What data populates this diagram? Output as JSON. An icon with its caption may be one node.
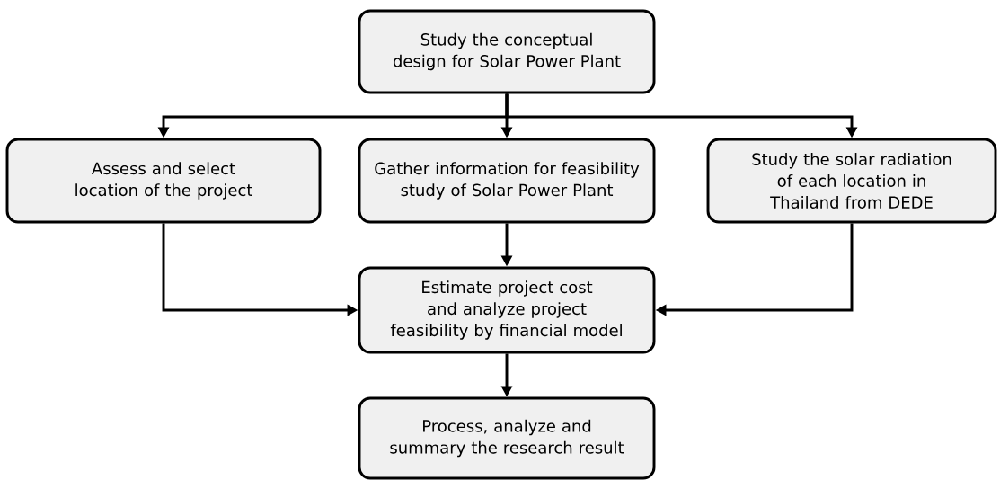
{
  "diagram": {
    "nodes": [
      {
        "text": [
          "Study the conceptual design for Solar Power Plant"
        ]
      },
      {
        "text": [
          "Assess and select location of the project"
        ]
      },
      {
        "text": [
          "Gather information for feasibility study of Solar Power Plant"
        ]
      },
      {
        "text": [
          "Study the solar radiation of each location in Thailand from DEDE"
        ]
      },
      {
        "text": [
          "Estimate project cost and analyze project feasibility by financial model"
        ]
      },
      {
        "text": [
          "Process, analyze and summary the research result"
        ]
      }
    ],
    "edges": [
      {
        "from": 0,
        "to": 1,
        "arrow": "to"
      },
      {
        "from": 0,
        "to": 2,
        "arrow": "to"
      },
      {
        "from": 0,
        "to": 3,
        "arrow": "to"
      },
      {
        "from": 1,
        "to": 4,
        "arrow": "to"
      },
      {
        "from": 2,
        "to": 4,
        "arrow": "to"
      },
      {
        "from": 3,
        "to": 4,
        "arrow": "to"
      },
      {
        "from": 4,
        "to": 5,
        "arrow": "to"
      }
    ]
  }
}
